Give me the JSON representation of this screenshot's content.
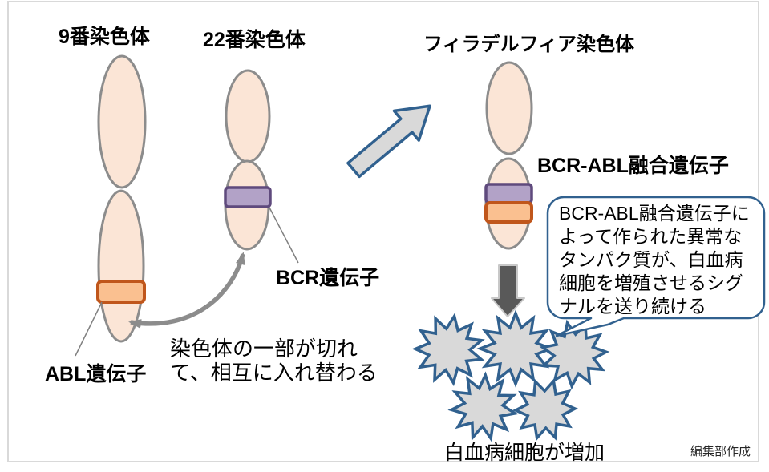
{
  "diagram": {
    "chromosome9": {
      "title": "9番染色体",
      "gene_label": "ABL遺伝子"
    },
    "chromosome22": {
      "title": "22番染色体",
      "gene_label": "BCR遺伝子"
    },
    "philadelphia": {
      "title": "フィラデルフィア染色体",
      "gene_label": "BCR-ABL融合遺伝子"
    },
    "translocation_note": "染色体の一部が切れ\nて、相互に入れ替わる",
    "callout_text": "BCR-ABL融合遺伝子に\nよって作られた異常な\nタンパク質が、白血病\n細胞を増殖させるシグ\nナルを送り続ける",
    "leukemia_label": "白血病細胞が増加",
    "credit": "編集部作成",
    "colors": {
      "chromosome_fill": "#FBE5D6",
      "chromosome_outline": "#8C8C8C",
      "bcr_band_fill": "#B2A2C7",
      "bcr_band_outline": "#5F4A7D",
      "abl_band_fill": "#FAC090",
      "abl_band_outline": "#C0561B",
      "cell_fill": "#D9D9D9",
      "outline_blue": "#31618F",
      "swap_arrow_gray": "#8C8C8C",
      "down_arrow_fill": "#595959"
    }
  }
}
